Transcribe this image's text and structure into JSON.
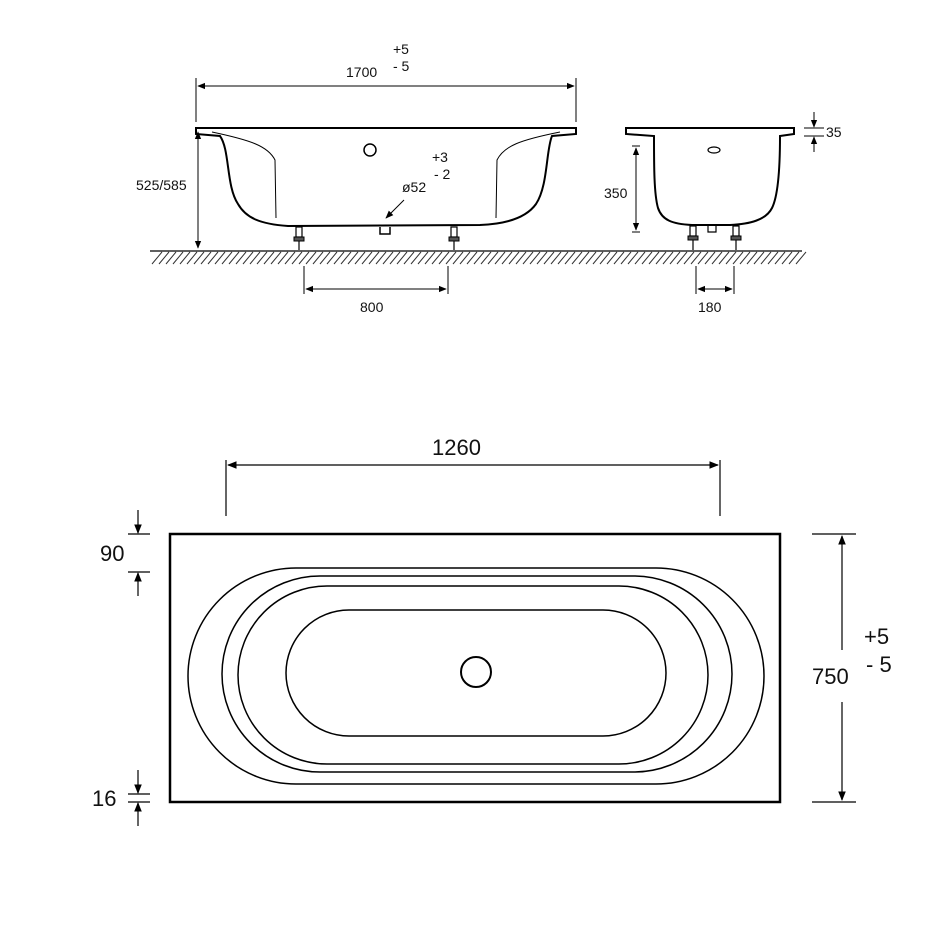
{
  "colors": {
    "line": "#000000",
    "background": "#ffffff",
    "hatch": "#333333"
  },
  "side_view": {
    "length": "1700",
    "length_tol_plus": "+5",
    "length_tol_minus": "- 5",
    "height": "525/585",
    "feet_spacing": "800",
    "drain_diameter": "ø52",
    "drain_tol_plus": "+3",
    "drain_tol_minus": "- 2"
  },
  "end_view": {
    "rim_height": "35",
    "depth": "350",
    "feet_spacing": "180"
  },
  "top_view": {
    "inner_length": "1260",
    "rim_top": "90",
    "rim_bottom": "16",
    "width": "750",
    "width_tol_plus": "+5",
    "width_tol_minus": "- 5"
  }
}
